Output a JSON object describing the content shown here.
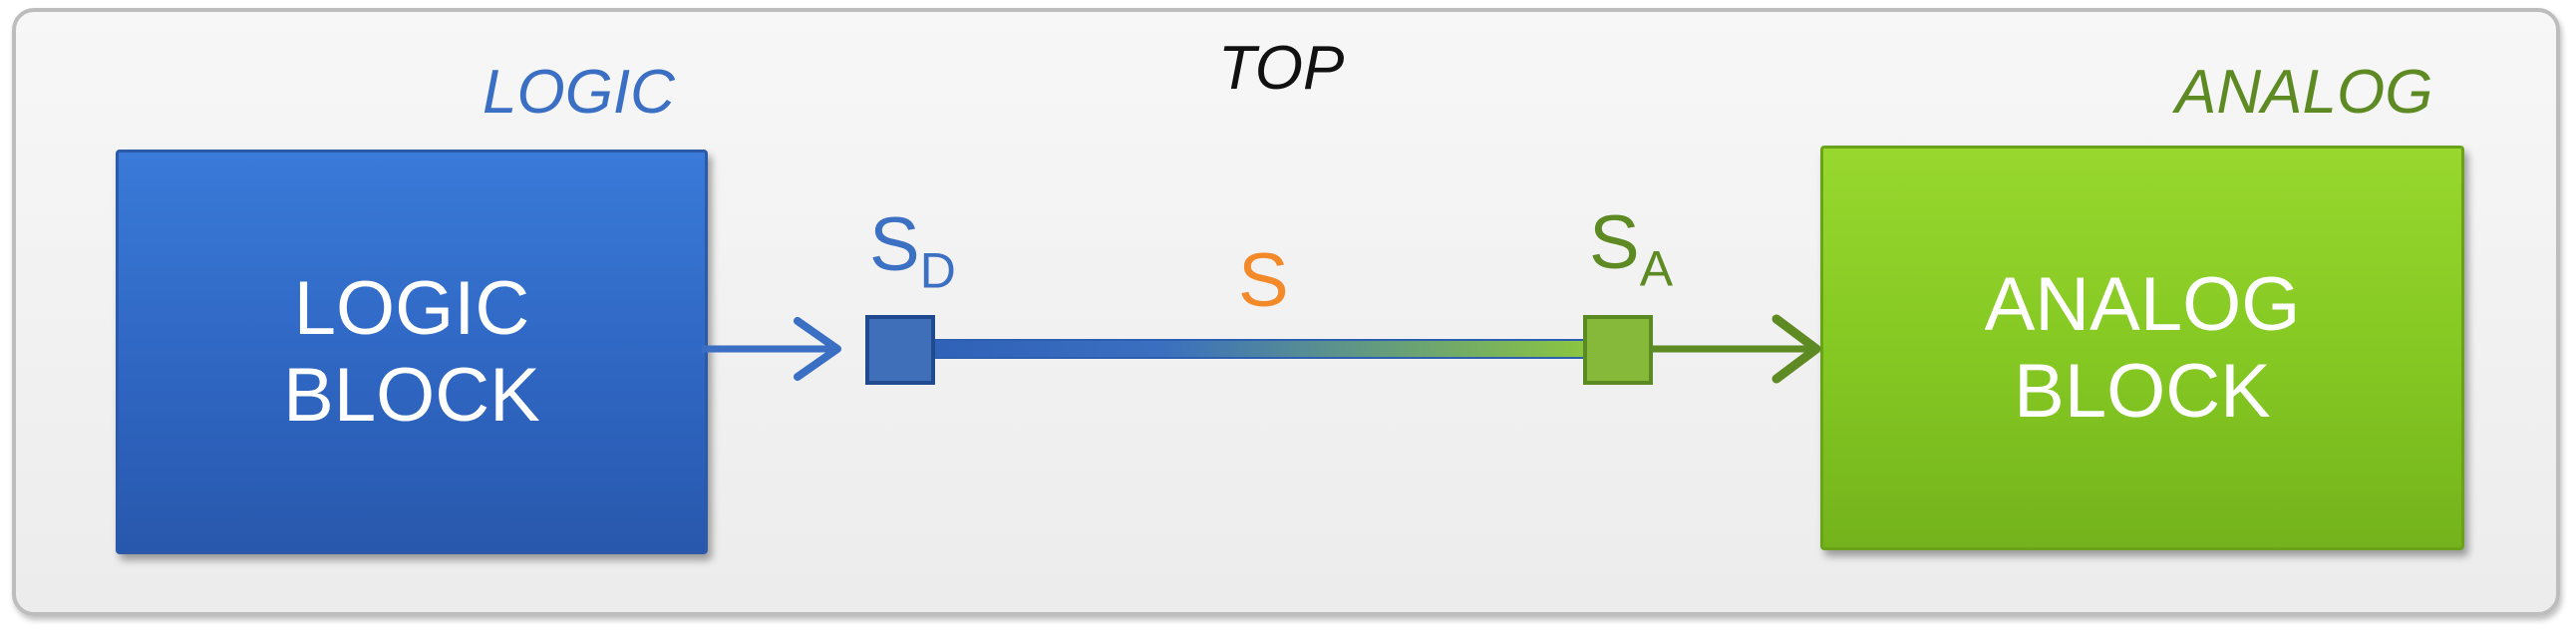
{
  "diagram": {
    "top_label": "TOP",
    "logic_label": "LOGIC",
    "analog_label": "ANALOG",
    "logic_block": {
      "line1": "LOGIC",
      "line2": "BLOCK"
    },
    "analog_block": {
      "line1": "ANALOG",
      "line2": "BLOCK"
    },
    "signals": {
      "sd": {
        "base": "S",
        "sub": "D"
      },
      "s": "S",
      "sa": {
        "base": "S",
        "sub": "A"
      }
    },
    "colors": {
      "logic_blue": "#2f66c2",
      "analog_green": "#84c722",
      "signal_orange": "#f4892a",
      "frame_gray": "#bdbdbd"
    }
  }
}
